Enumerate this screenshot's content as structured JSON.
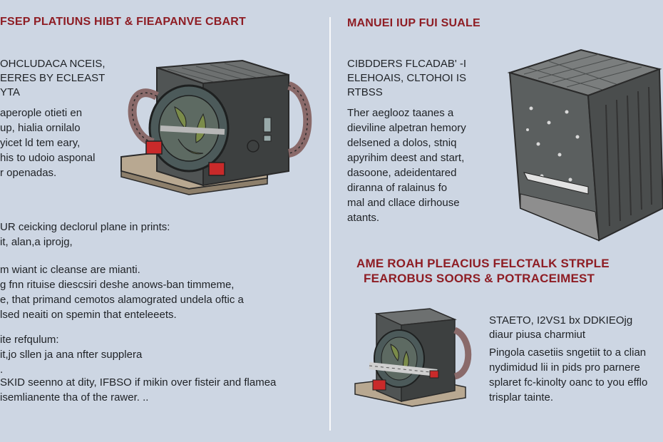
{
  "left": {
    "title": "FSEP PLATIUNS HIBT & FIEAPANVE CBART",
    "subtitle": "OHCLUDACA NCEIS,\nEERES BY ECLEAST\nYTA",
    "para1": "aperople otieti en\nup, hialia ornilalo\nyicet ld tem eary,\nhis to udoio asponal\nr openadas.",
    "para2": "UR ceicking declorul plane in prints:\nit, alan,a iprojg,",
    "para3": "m wiant ic cleanse are mianti.\ng fnn rituise diescsiri deshe anows-ban timmeme,\ne, that primand cemotos alamograted undela oftic a\nlsed neaiti on spemin that enteleeets.",
    "para4": "ite refqulum:\nit,jo sllen ja ana nfter supplera\n.",
    "para5": "SKID seenno at dity, IFBSO if mikin over fisteir and flamea\nisemlianente tha of the rawer. .."
  },
  "right": {
    "title": "MANUEI IUP FUI SUALE",
    "subtitle": "CIBDDERS FLCADAB' -I\nELEHOAIS, CLTOHOI IS\nRTBSS",
    "para1": "Ther aeglooz taanes a\ndieviline alpetran hemory\ndelsened a dolos, stniq\napyrihim deest and start,\ndasoone, adeidentared\ndiranna of ralainus fo\nmal and cllace dirhouse\natants.",
    "section2_title_line1": "AME ROAH PLEACIUS FELCTALK STRPLE",
    "section2_title_line2": "FEAROBUS SOORS & POTRACEIMEST",
    "sub2": "STAETO, I2VS1 bx DDKIEOjg\ndiaur piusa charmiut",
    "para2": "Pingola casetiis sngetiit to a clian\nnydimidud lii in pids pro parnere\nsplaret fc-kinolty oanc to you efflo\ntrisplar tainte."
  },
  "colors": {
    "background": "#cdd6e3",
    "heading": "#8e1d24",
    "text": "#1f2226"
  }
}
